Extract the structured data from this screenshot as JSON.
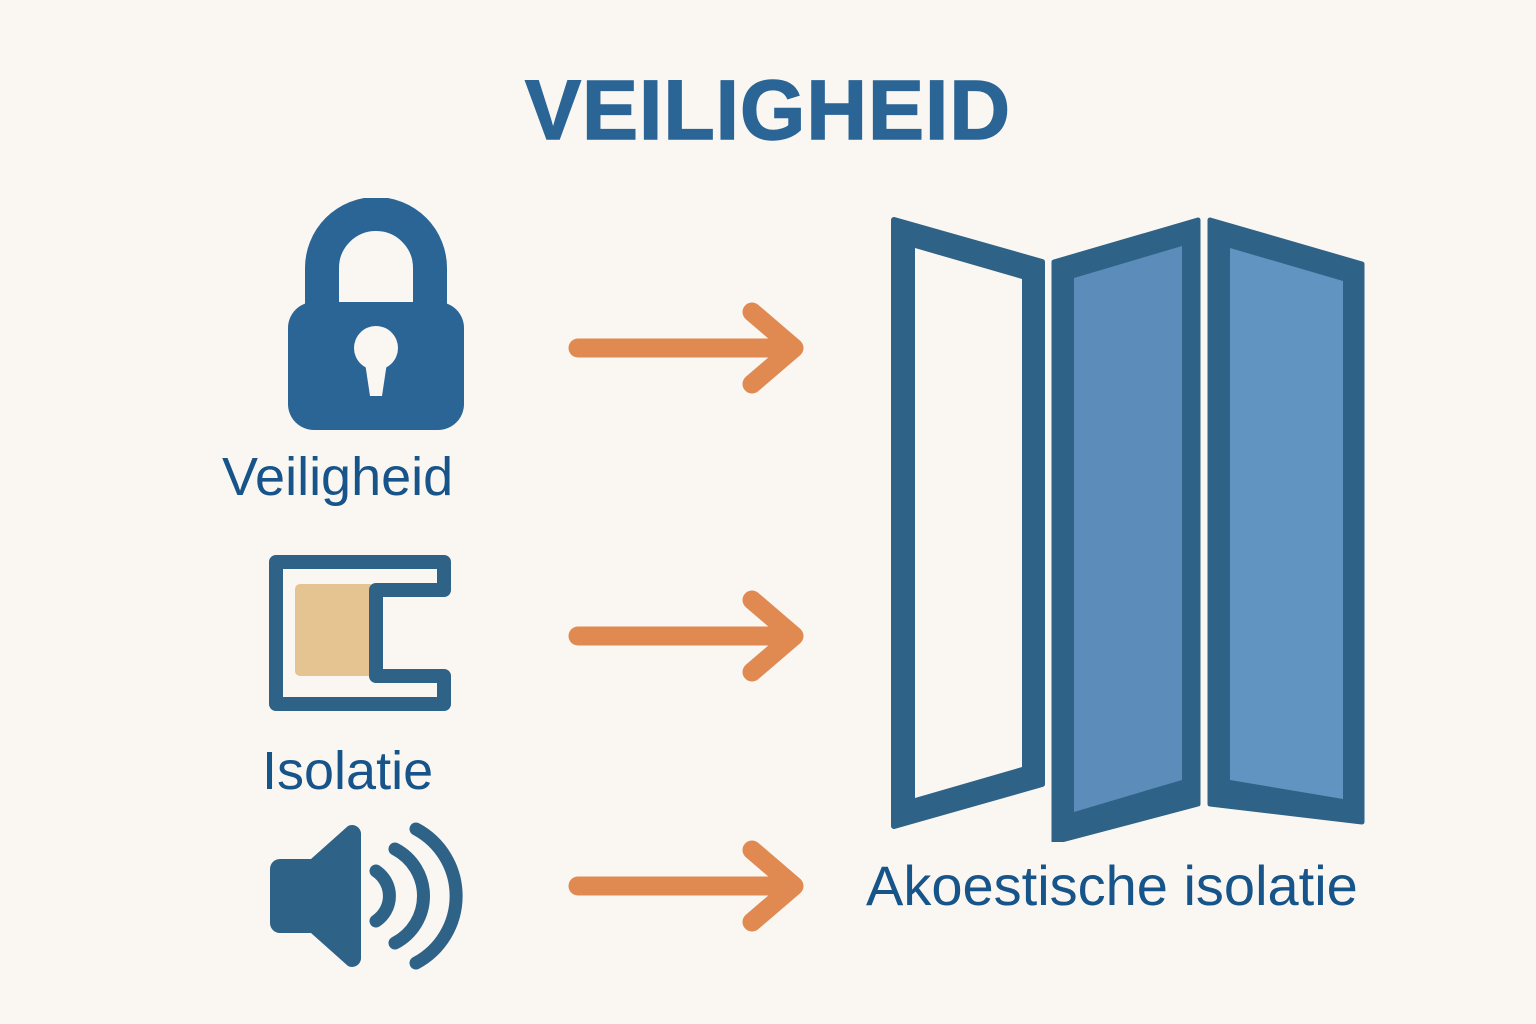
{
  "page": {
    "title": "VEILIGHEID",
    "background_color": "#faf7f2",
    "primary_blue": "#2a6596",
    "label_blue": "#17548a",
    "accent_orange": "#e08a52",
    "panel_fill_mid": "#5b8cba",
    "panel_fill_right": "#6194c0",
    "insulation_tan": "#e6c491"
  },
  "features": [
    {
      "icon": "padlock-icon",
      "label": "Veiligheid",
      "arrow": "arrow-right-icon"
    },
    {
      "icon": "insulation-profile-icon",
      "label": "Isolatie",
      "arrow": "arrow-right-icon"
    },
    {
      "icon": "speaker-sound-icon",
      "label": "",
      "arrow": "arrow-right-icon"
    }
  ],
  "result": {
    "illustration": "folding-room-divider-icon",
    "caption": "Akoestische isolatie"
  }
}
